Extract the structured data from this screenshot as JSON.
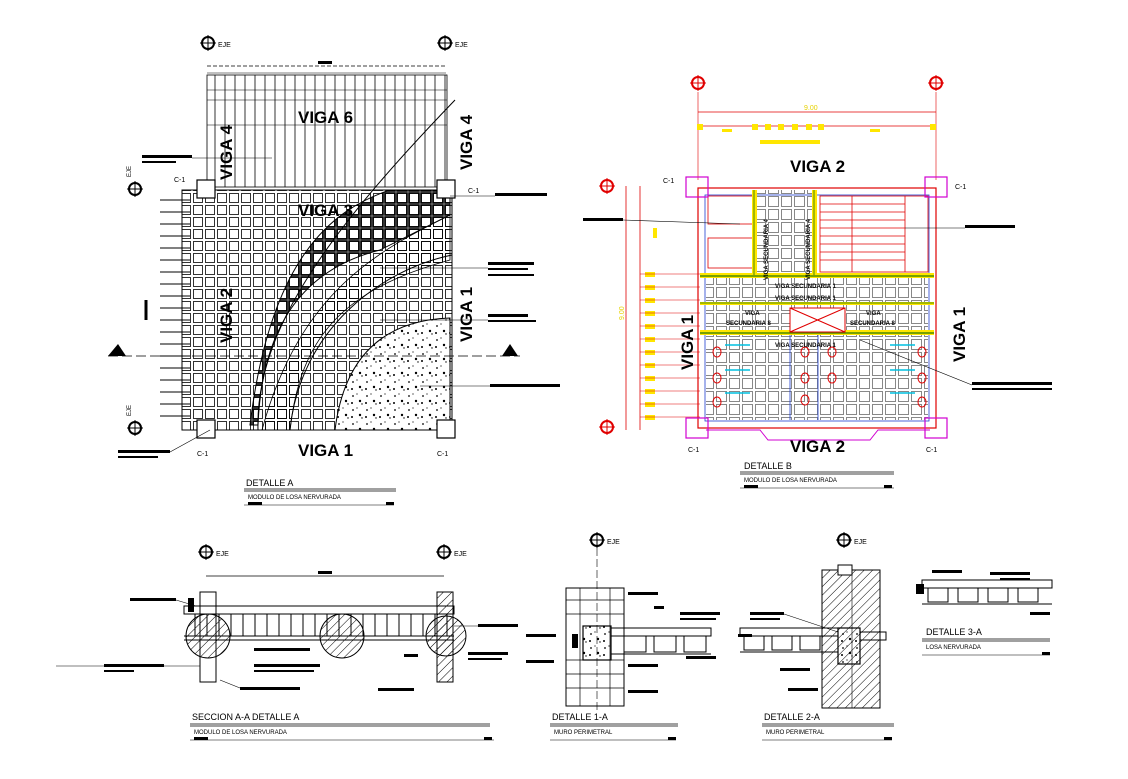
{
  "axis_label": "EJE",
  "column_label": "C-1",
  "detail_a": {
    "beams": {
      "viga6": "VIGA 6",
      "viga4_left": "VIGA 4",
      "viga4_right": "VIGA 4",
      "viga3": "VIGA 3",
      "viga2": "VIGA 2",
      "viga1_right": "VIGA 1",
      "viga1_bottom": "VIGA 1"
    },
    "title": "DETALLE A",
    "subtitle": "MODULO DE LOSA NERVURADA"
  },
  "detail_b": {
    "dimension": "9.00",
    "vertical_dimension": "9.00",
    "beams": {
      "viga2_top": "VIGA 2",
      "viga2_bottom": "VIGA 2",
      "viga1_left": "VIGA 1",
      "viga1_right": "VIGA 1",
      "viga_secundaria_4a": "VIGA SECUNDARIA 4",
      "viga_secundaria_4b": "VIGA SECUNDARIA 4",
      "sec1_a": "VIGA SECUNDARIA 1",
      "sec1_b": "VIGA SECUNDARIA 1",
      "sec1_c": "VIGA SECUNDARIA 1",
      "viga_left_1": "VIGA",
      "viga_left_2": "SECUNDARIA 8",
      "viga_right_1": "VIGA",
      "viga_right_2": "SECUNDARIA 8"
    },
    "title": "DETALLE B",
    "subtitle": "MODULO DE LOSA NERVURADA"
  },
  "section_aa": {
    "title": "SECCION  A-A  DETALLE A",
    "subtitle": "MODULO DE LOSA NERVURADA"
  },
  "detail_1a": {
    "title": "DETALLE 1-A",
    "subtitle": "MURO PERIMETRAL"
  },
  "detail_2a": {
    "title": "DETALLE 2-A",
    "subtitle": "MURO PERIMETRAL"
  },
  "detail_3a": {
    "title": "DETALLE 3-A",
    "subtitle": "LOSA NERVURADA"
  },
  "colors": {
    "line": "#000000",
    "red": "#e00000",
    "yellow": "#ffe600",
    "magenta": "#d000d0",
    "green": "#4a8a00",
    "cyan": "#00c0e0",
    "blue": "#2040d0"
  }
}
